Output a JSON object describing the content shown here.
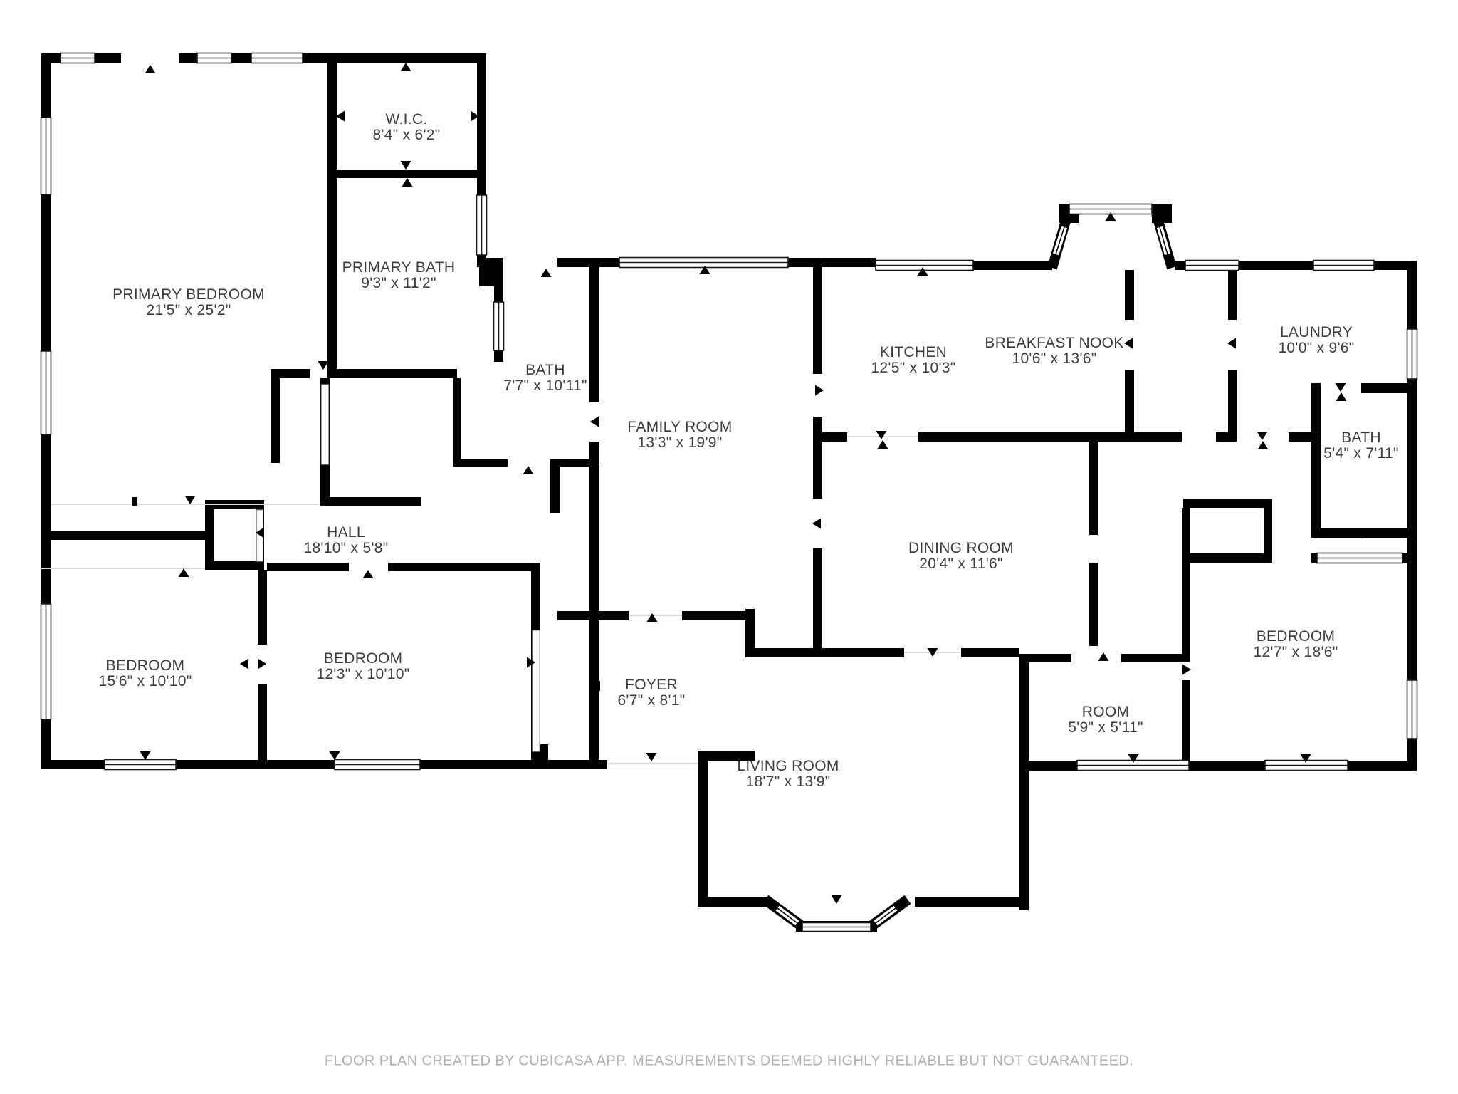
{
  "plan": {
    "type": "floor_plan",
    "colors": {
      "wall": "#000000",
      "room_text": "#3d3d3d",
      "footer_text": "#b2b2b2",
      "background": "#ffffff",
      "opening_line": "#d9d9d9"
    },
    "rooms": [
      {
        "key": "wic",
        "name": "W.I.C.",
        "dims": "8'4\" x 6'2\""
      },
      {
        "key": "primary_bath",
        "name": "PRIMARY BATH",
        "dims": "9'3\" x 11'2\""
      },
      {
        "key": "primary_bedroom",
        "name": "PRIMARY BEDROOM",
        "dims": "21'5\" x 25'2\""
      },
      {
        "key": "bath",
        "name": "BATH",
        "dims": "7'7\" x 10'11\""
      },
      {
        "key": "family_room",
        "name": "FAMILY ROOM",
        "dims": "13'3\" x 19'9\""
      },
      {
        "key": "kitchen",
        "name": "KITCHEN",
        "dims": "12'5\" x 10'3\""
      },
      {
        "key": "breakfast_nook",
        "name": "BREAKFAST NOOK",
        "dims": "10'6\" x 13'6\""
      },
      {
        "key": "laundry",
        "name": "LAUNDRY",
        "dims": "10'0\" x 9'6\""
      },
      {
        "key": "bath_small",
        "name": "BATH",
        "dims": "5'4\" x 7'11\""
      },
      {
        "key": "hall",
        "name": "HALL",
        "dims": "18'10\" x 5'8\""
      },
      {
        "key": "dining_room",
        "name": "DINING ROOM",
        "dims": "20'4\" x 11'6\""
      },
      {
        "key": "bedroom_left",
        "name": "BEDROOM",
        "dims": "15'6\" x 10'10\""
      },
      {
        "key": "bedroom_mid",
        "name": "BEDROOM",
        "dims": "12'3\" x 10'10\""
      },
      {
        "key": "foyer",
        "name": "FOYER",
        "dims": "6'7\" x 8'1\""
      },
      {
        "key": "room",
        "name": "ROOM",
        "dims": "5'9\" x 5'11\""
      },
      {
        "key": "bedroom_right",
        "name": "BEDROOM",
        "dims": "12'7\" x 18'6\""
      },
      {
        "key": "living_room",
        "name": "LIVING ROOM",
        "dims": "18'7\" x 13'9\""
      }
    ],
    "footer": "FLOOR PLAN CREATED BY CUBICASA APP. MEASUREMENTS DEEMED HIGHLY RELIABLE BUT NOT GUARANTEED."
  }
}
